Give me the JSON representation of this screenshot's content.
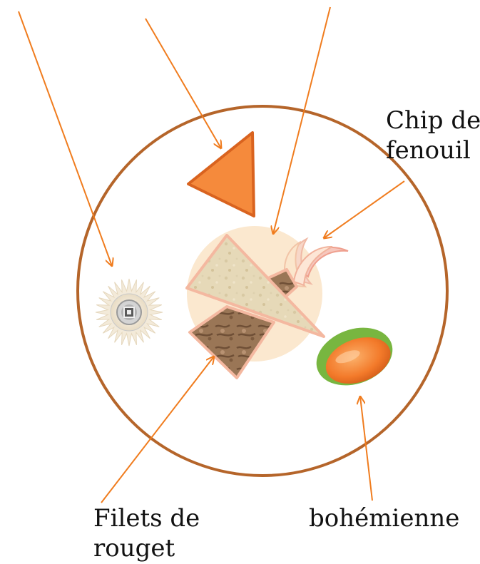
{
  "diagram": {
    "labels": {
      "chip_de_fenouil": [
        "Chip de",
        "fenouil"
      ],
      "filets_de_rouget": [
        "Filets de",
        "rouget"
      ],
      "bohemienne": "bohémienne"
    },
    "colors": {
      "plate_rim": "#b5652a",
      "arrow": "#f07c1e",
      "triangle_fill": "#f58a3c",
      "triangle_stroke": "#d9631f",
      "sauce_disk": "#fbe8cf",
      "toast_fill": "#e6d9b8",
      "toast_stroke": "#f4b8a0",
      "rouget_fill": "#8f6a4b",
      "bohemienne_outer": "#78b640",
      "bohemienne_inner": "#f37a2a",
      "fennel_chip": "#f6c7bd"
    }
  }
}
